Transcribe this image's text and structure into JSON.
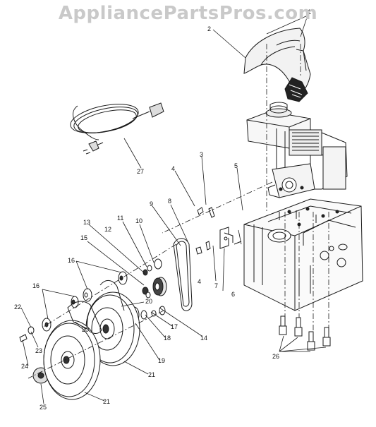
{
  "watermark": "AppliancePartsPros.com",
  "callouts": [
    {
      "id": "c1",
      "text": "1"
    },
    {
      "id": "c2",
      "text": "2"
    },
    {
      "id": "c3",
      "text": "3"
    },
    {
      "id": "c4a",
      "text": "4"
    },
    {
      "id": "c4b",
      "text": "4"
    },
    {
      "id": "c5",
      "text": "5"
    },
    {
      "id": "c6",
      "text": "6"
    },
    {
      "id": "c7",
      "text": "7"
    },
    {
      "id": "c8",
      "text": "8"
    },
    {
      "id": "c9",
      "text": "9"
    },
    {
      "id": "c10",
      "text": "10"
    },
    {
      "id": "c11",
      "text": "11"
    },
    {
      "id": "c12",
      "text": "12"
    },
    {
      "id": "c13",
      "text": "13"
    },
    {
      "id": "c14",
      "text": "14"
    },
    {
      "id": "c15",
      "text": "15"
    },
    {
      "id": "c16a",
      "text": "16"
    },
    {
      "id": "c16b",
      "text": "16"
    },
    {
      "id": "c17",
      "text": "17"
    },
    {
      "id": "c18",
      "text": "18"
    },
    {
      "id": "c19",
      "text": "19"
    },
    {
      "id": "c20a",
      "text": "20"
    },
    {
      "id": "c20b",
      "text": "20"
    },
    {
      "id": "c21a",
      "text": "21"
    },
    {
      "id": "c21b",
      "text": "21"
    },
    {
      "id": "c22",
      "text": "22"
    },
    {
      "id": "c23",
      "text": "23"
    },
    {
      "id": "c24",
      "text": "24"
    },
    {
      "id": "c25",
      "text": "25"
    },
    {
      "id": "c26",
      "text": "26"
    },
    {
      "id": "c27",
      "text": "27"
    }
  ],
  "colors": {
    "line": "#1a1a1a",
    "watermark": "#c9c9c9",
    "background": "#ffffff"
  }
}
